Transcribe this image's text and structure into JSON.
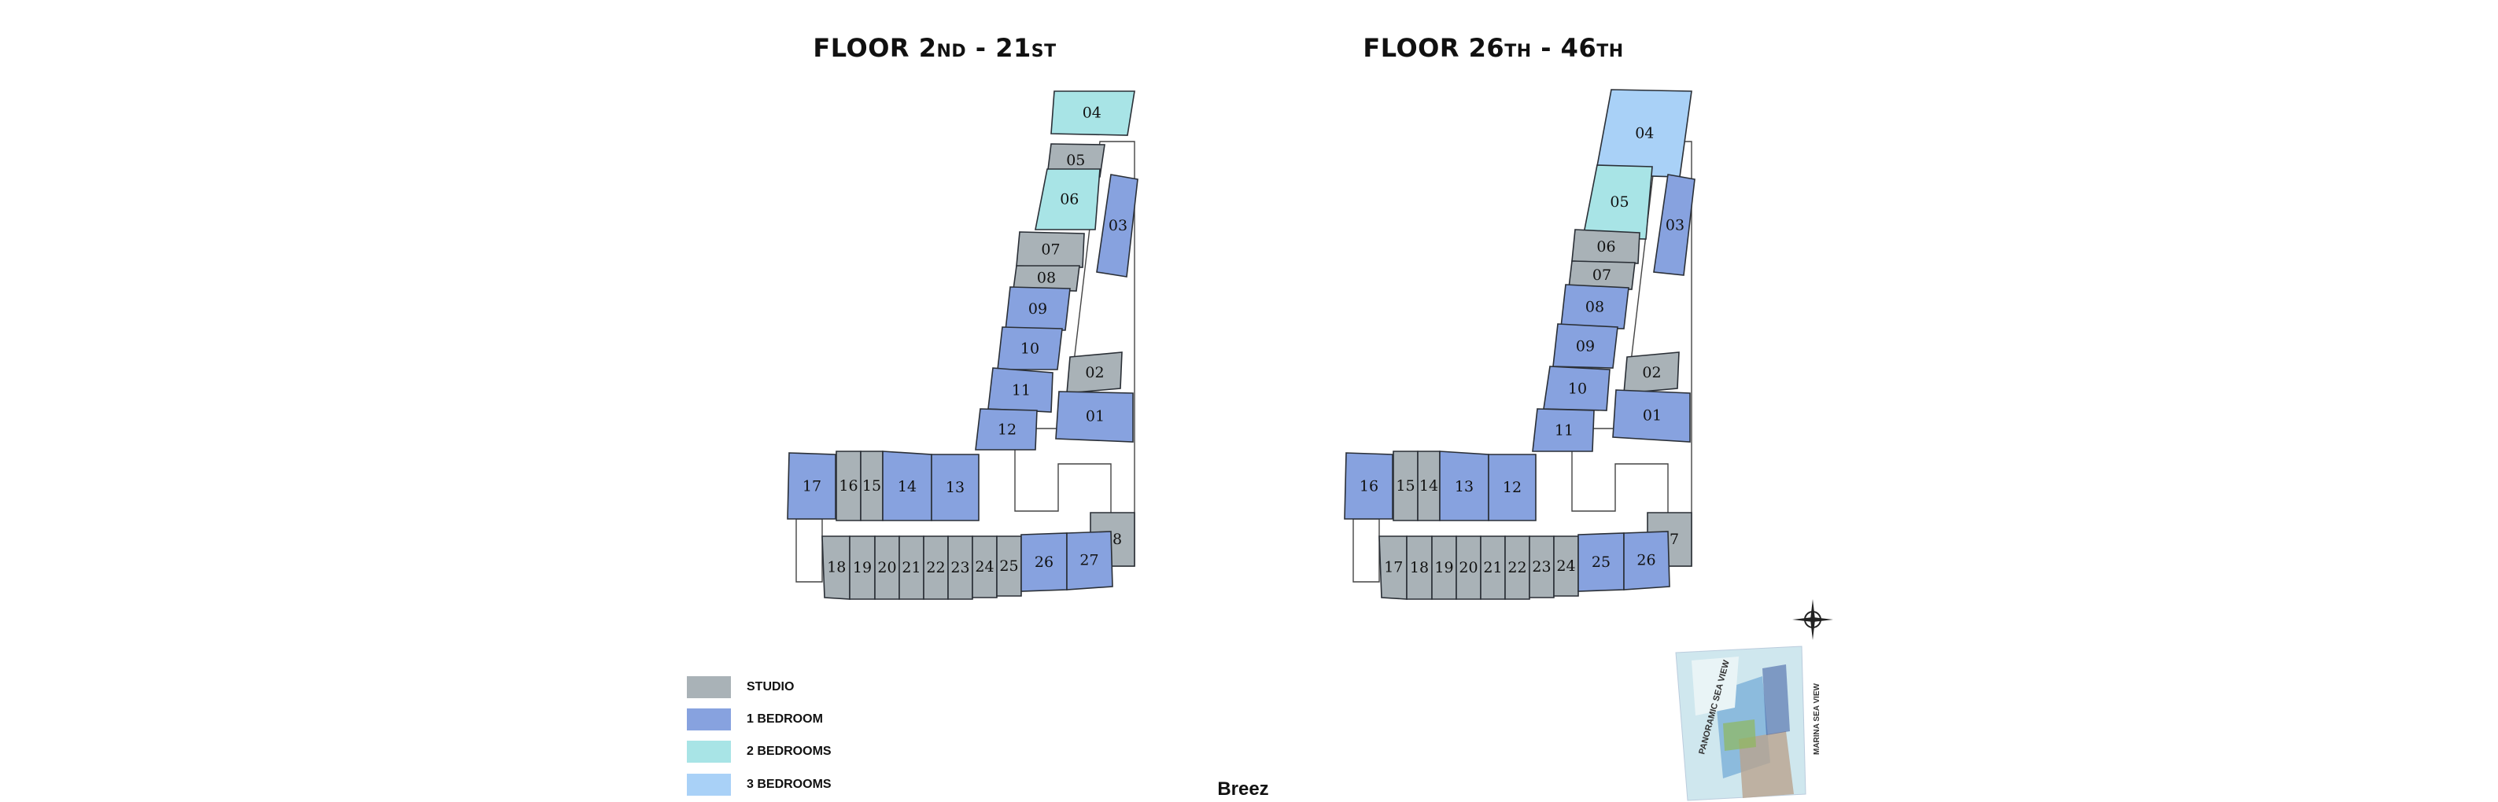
{
  "colors": {
    "studio": "#a9b2b7",
    "one_bedroom": "#87a2df",
    "two_bedrooms": "#a8e4e6",
    "three_bedrooms": "#a9d1f7"
  },
  "floor_left": {
    "title_prefix": "FLOOR 2",
    "title_sfx1": "ND",
    "title_sep": " - 21",
    "title_sfx2": "ST",
    "units": [
      {
        "label": "04",
        "type": "two_bedrooms"
      },
      {
        "label": "05",
        "type": "studio"
      },
      {
        "label": "06",
        "type": "two_bedrooms"
      },
      {
        "label": "03",
        "type": "one_bedroom"
      },
      {
        "label": "07",
        "type": "studio"
      },
      {
        "label": "08",
        "type": "studio"
      },
      {
        "label": "09",
        "type": "one_bedroom"
      },
      {
        "label": "10",
        "type": "one_bedroom"
      },
      {
        "label": "02",
        "type": "studio"
      },
      {
        "label": "11",
        "type": "one_bedroom"
      },
      {
        "label": "01",
        "type": "one_bedroom"
      },
      {
        "label": "12",
        "type": "one_bedroom"
      },
      {
        "label": "17",
        "type": "one_bedroom"
      },
      {
        "label": "16",
        "type": "studio"
      },
      {
        "label": "15",
        "type": "studio"
      },
      {
        "label": "14",
        "type": "one_bedroom"
      },
      {
        "label": "13",
        "type": "one_bedroom"
      },
      {
        "label": "28",
        "type": "studio"
      },
      {
        "label": "18",
        "type": "studio"
      },
      {
        "label": "19",
        "type": "studio"
      },
      {
        "label": "20",
        "type": "studio"
      },
      {
        "label": "21",
        "type": "studio"
      },
      {
        "label": "22",
        "type": "studio"
      },
      {
        "label": "23",
        "type": "studio"
      },
      {
        "label": "24",
        "type": "studio"
      },
      {
        "label": "25",
        "type": "studio"
      },
      {
        "label": "26",
        "type": "one_bedroom"
      },
      {
        "label": "27",
        "type": "one_bedroom"
      }
    ]
  },
  "floor_right": {
    "title_prefix": "FLOOR 26",
    "title_sfx1": "TH",
    "title_sep": " - 46",
    "title_sfx2": "TH",
    "units": [
      {
        "label": "04",
        "type": "three_bedrooms"
      },
      {
        "label": "05",
        "type": "two_bedrooms"
      },
      {
        "label": "03",
        "type": "one_bedroom"
      },
      {
        "label": "06",
        "type": "studio"
      },
      {
        "label": "07",
        "type": "studio"
      },
      {
        "label": "08",
        "type": "one_bedroom"
      },
      {
        "label": "09",
        "type": "one_bedroom"
      },
      {
        "label": "10",
        "type": "one_bedroom"
      },
      {
        "label": "02",
        "type": "studio"
      },
      {
        "label": "01",
        "type": "one_bedroom"
      },
      {
        "label": "11",
        "type": "one_bedroom"
      },
      {
        "label": "16",
        "type": "one_bedroom"
      },
      {
        "label": "15",
        "type": "studio"
      },
      {
        "label": "14",
        "type": "studio"
      },
      {
        "label": "13",
        "type": "one_bedroom"
      },
      {
        "label": "12",
        "type": "one_bedroom"
      },
      {
        "label": "27",
        "type": "studio"
      },
      {
        "label": "17",
        "type": "studio"
      },
      {
        "label": "18",
        "type": "studio"
      },
      {
        "label": "19",
        "type": "studio"
      },
      {
        "label": "20",
        "type": "studio"
      },
      {
        "label": "21",
        "type": "studio"
      },
      {
        "label": "22",
        "type": "studio"
      },
      {
        "label": "23",
        "type": "studio"
      },
      {
        "label": "24",
        "type": "studio"
      },
      {
        "label": "25",
        "type": "one_bedroom"
      },
      {
        "label": "26",
        "type": "one_bedroom"
      }
    ]
  },
  "legend": [
    {
      "label": "STUDIO",
      "type": "studio"
    },
    {
      "label": "1 BEDROOM",
      "type": "one_bedroom"
    },
    {
      "label": "2 BEDROOMS",
      "type": "two_bedrooms"
    },
    {
      "label": "3 BEDROOMS",
      "type": "three_bedrooms"
    }
  ],
  "site_map": {
    "label_left": "PANORAMIC SEA VIEW",
    "label_right": "MARINA SEA VIEW"
  },
  "icons": {
    "compass": "compass-icon"
  },
  "brand": "Breez"
}
